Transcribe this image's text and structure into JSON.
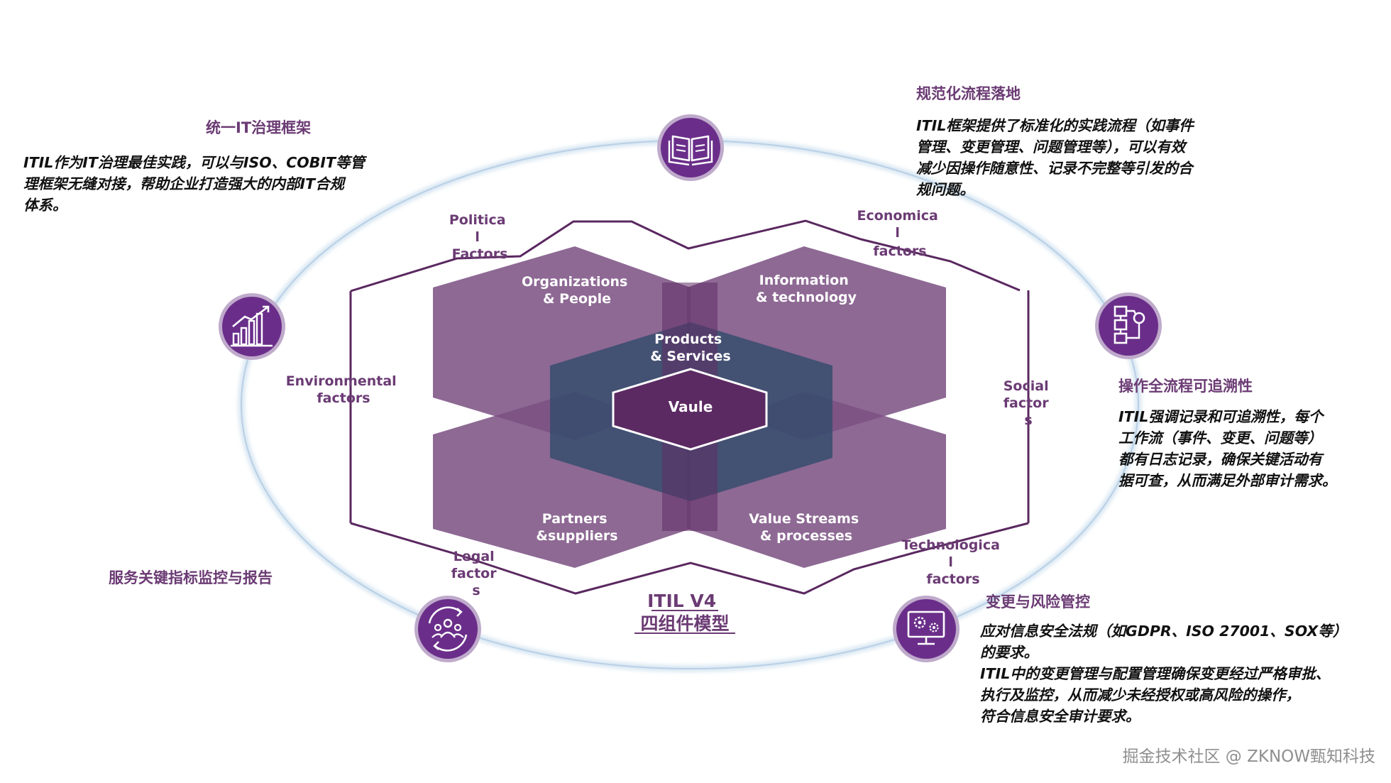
{
  "colors": {
    "accent_purple": "#6b3b74",
    "icon_purple": "#6a2e8a",
    "ellipse_blue": "#c9dcec",
    "component_purple": "#7b5082",
    "center_blue": "#3d536f",
    "vaule_fill": "#5c2a63"
  },
  "callouts": {
    "governance": {
      "title": "统一IT治理框架",
      "lines": [
        "ITIL作为IT治理最佳实践，可以与ISO、COBIT等管",
        "理框架无缝对接，帮助企业打造强大的内部IT合规",
        "体系。"
      ]
    },
    "standardization": {
      "title": "规范化流程落地",
      "lines": [
        "ITIL框架提供了标准化的实践流程（如事件",
        "管理、变更管理、问题管理等），可以有效",
        "减少因操作随意性、记录不完整等引发的合",
        "规问题。"
      ]
    },
    "traceability": {
      "title": "操作全流程可追溯性",
      "lines": [
        "ITIL强调记录和可追溯性，每个",
        "工作流（事件、变更、问题等）",
        "都有日志记录，确保关键活动有",
        "据可查，从而满足外部审计需求。"
      ]
    },
    "monitoring": {
      "title": "服务关键指标监控与报告"
    },
    "risk": {
      "title": "变更与风险管控",
      "lines": [
        "应对信息安全法规（如GDPR、ISO 27001、SOX等）",
        "的要求。",
        "ITIL中的变更管理与配置管理确保变更经过严格审批、",
        "执行及监控，从而减少未经授权或高风险的操作，",
        "符合信息安全审计要求。"
      ]
    }
  },
  "icons": {
    "top": "open-book-icon",
    "left": "growth-chart-icon",
    "right": "flowchart-icon",
    "bottom_left": "team-cycle-icon",
    "bottom_right": "monitor-gears-icon"
  },
  "factors": {
    "political": [
      "Politica",
      "l",
      "Factors"
    ],
    "economical": [
      "Economica",
      "l",
      "factors"
    ],
    "environmental": [
      "Environmental",
      "factors"
    ],
    "social": [
      "Social",
      "factor",
      "s"
    ],
    "legal": [
      "Legal",
      "factor",
      "s"
    ],
    "technological": [
      "Technologica",
      "l",
      "factors"
    ]
  },
  "components": {
    "org_people": [
      "Organizations",
      "& People"
    ],
    "info_tech": [
      "Information",
      "& technology"
    ],
    "partners": [
      "Partners",
      "&suppliers"
    ],
    "value_streams": [
      "Value Streams",
      "& processes"
    ],
    "products": [
      "Products",
      "& Services"
    ],
    "center": "Vaule"
  },
  "model_title": [
    "ITIL V4",
    "四组件模型"
  ],
  "watermark": "掘金技术社区 @ ZKNOW甄知科技"
}
